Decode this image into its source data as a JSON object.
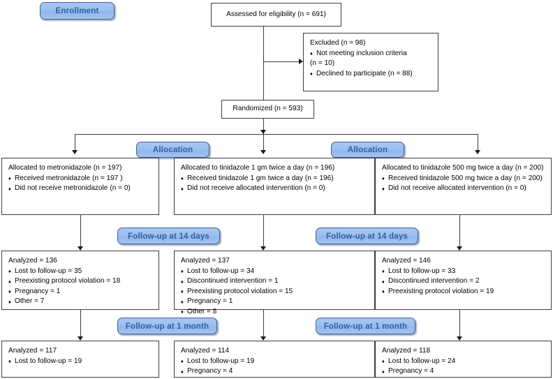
{
  "diagram": {
    "title": "CONSORT participant flow diagram",
    "accent_blue": "#9dc0f0",
    "accent_blue_border": "#41629c",
    "accent_text": "#36619e",
    "box_border": "#3c3c3c"
  },
  "stages": {
    "enrollment": "Enrollment",
    "allocation_left": "Allocation",
    "allocation_right": "Allocation",
    "followup14_left": "Follow-up at 14 days",
    "followup14_right": "Follow-up at 14 days",
    "followup1m_left": "Follow-up at 1 month",
    "followup1m_right": "Follow-up at 1 month"
  },
  "enrollment": {
    "assessed": "Assessed for eligibility (n = 691)",
    "excluded": {
      "head": "Excluded (n = 98)",
      "items": [
        "Not meeting inclusion criteria",
        "(n = 10)",
        "Declined to participate (n = 88)"
      ]
    },
    "randomized": "Randomized (n = 593)"
  },
  "allocation": {
    "arm1": {
      "head": "Allocated to metronidazole (n = 197)",
      "items": [
        "Received metronidazole (n = 197 )",
        "Did not receive metronidazole (n = 0)"
      ]
    },
    "arm2": {
      "head": "Allocated to tinidazole 1 gm twice a day (n = 196)",
      "items": [
        "Received tinidazole 1 gm twice a day (n = 196)",
        "Did not receive allocated intervention (n = 0)"
      ]
    },
    "arm3": {
      "head": "Allocated to tinidazole 500 mg twice a day (n = 200)",
      "items": [
        "Received tinidazole 500 mg twice a day (n = 200)",
        "Did not receive allocated intervention  (n = 0)"
      ]
    }
  },
  "followup_14days": {
    "arm1": {
      "head": "Analyzed = 136",
      "items": [
        "Lost to follow-up = 35",
        "Preexisting protocol violation = 18",
        "Pregnancy = 1",
        "Other = 7"
      ]
    },
    "arm2": {
      "head": "Analyzed = 137",
      "items": [
        "Lost to follow-up = 34",
        "Discontinued intervention = 1",
        "Preexisting protocol violation = 15",
        "Pregnancy = 1",
        "Other = 8"
      ]
    },
    "arm3": {
      "head": "Analyzed = 146",
      "items": [
        "Lost to follow-up = 33",
        "Discontinued intervention = 2",
        "Preexisting protocol violation = 19"
      ]
    }
  },
  "followup_1month": {
    "arm1": {
      "head": "Analyzed = 117",
      "items": [
        "Lost to follow-up = 19"
      ]
    },
    "arm2": {
      "head": "Analyzed = 114",
      "items": [
        "Lost to follow-up = 19",
        "Pregnancy = 4"
      ]
    },
    "arm3": {
      "head": "Analyzed = 118",
      "items": [
        "Lost to follow-up = 24",
        "Pregnancy = 4"
      ]
    }
  }
}
